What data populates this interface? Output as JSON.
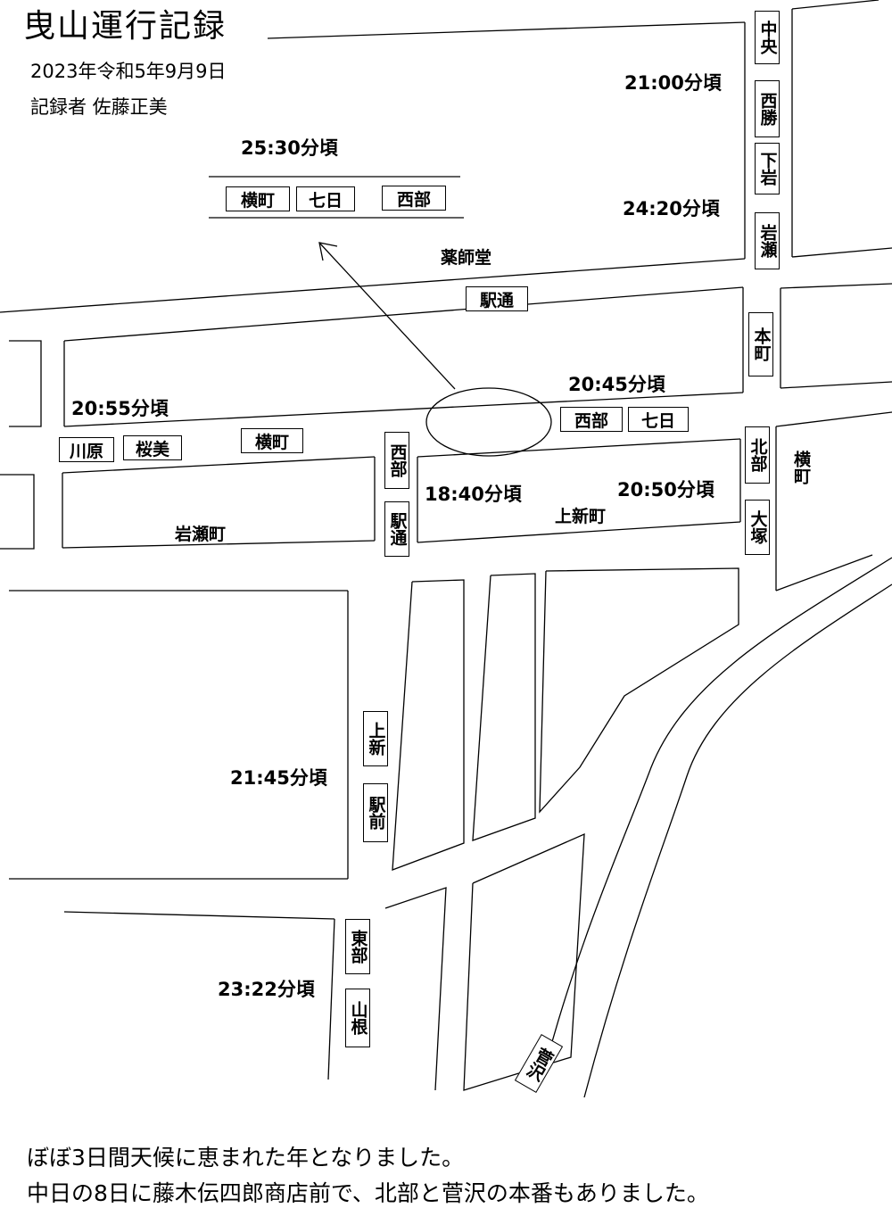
{
  "title": "曳山運行記録",
  "date": "2023年令和5年9月9日",
  "recorder": "記録者  佐藤正美",
  "times": {
    "t2530": "25:30分頃",
    "t2100": "21:00分頃",
    "t2420": "24:20分頃",
    "t2045": "20:45分頃",
    "t2055": "20:55分頃",
    "t1840": "18:40分頃",
    "t2050": "20:50分頃",
    "t2145": "21:45分頃",
    "t2322": "23:22分頃"
  },
  "streets": {
    "yakushido": "薬師堂",
    "iwasecho": "岩瀬町",
    "kamishincho": "上新町",
    "yokomachi": "横町"
  },
  "floats": {
    "yokomachi_top": "横町",
    "nanuka_top": "七日",
    "seibu_top": "西部",
    "chuo": "中央",
    "nishikatsu": "西勝",
    "shimoiwa": "下岩",
    "iwase": "岩瀬",
    "ekidori_top": "駅通",
    "honmachi": "本町",
    "seibu_mid": "西部",
    "nanuka_mid": "七日",
    "kawahara": "川原",
    "sakurami": "桜美",
    "yokomachi_mid": "横町",
    "seibu_v": "西部",
    "ekidori_v": "駅通",
    "hokubu": "北部",
    "otsuka": "大塚",
    "kamishin": "上新",
    "ekimae": "駅前",
    "tobu": "東部",
    "yamane": "山根",
    "sugesawa": "菅沢"
  },
  "footer": {
    "line1": "ぼぼ3日間天候に恵まれた年となりました。",
    "line2": "中日の8日に藤木伝四郎商店前で、北部と菅沢の本番もありました。"
  }
}
